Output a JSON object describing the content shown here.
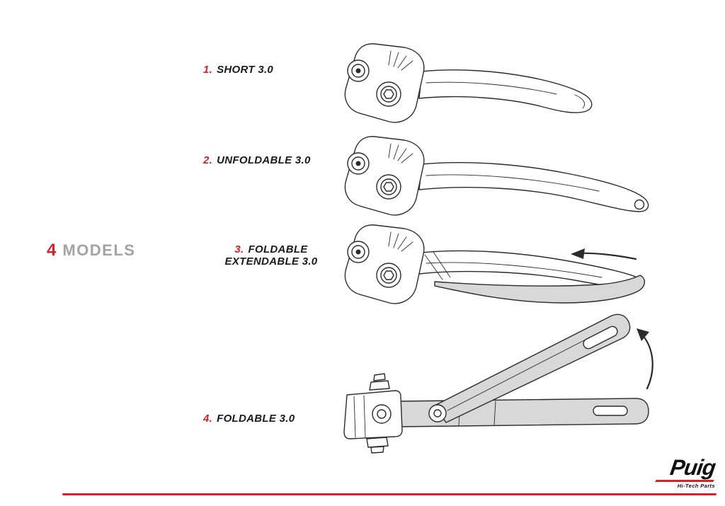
{
  "title": {
    "count": "4",
    "label": "MODELS"
  },
  "models": [
    {
      "number": "1.",
      "name": "SHORT 3.0"
    },
    {
      "number": "2.",
      "name": "UNFOLDABLE 3.0"
    },
    {
      "number": "3.",
      "name": "FOLDABLE EXTENDABLE 3.0"
    },
    {
      "number": "4.",
      "name": "FOLDABLE 3.0"
    }
  ],
  "brand": {
    "name": "Puig",
    "tagline": "Hi-Tech Parts"
  },
  "colors": {
    "accent_red": "#d2232a",
    "gray_text": "#a3a3a3",
    "line": "#2b2b2b",
    "fill_gray": "#d8d8d8"
  }
}
